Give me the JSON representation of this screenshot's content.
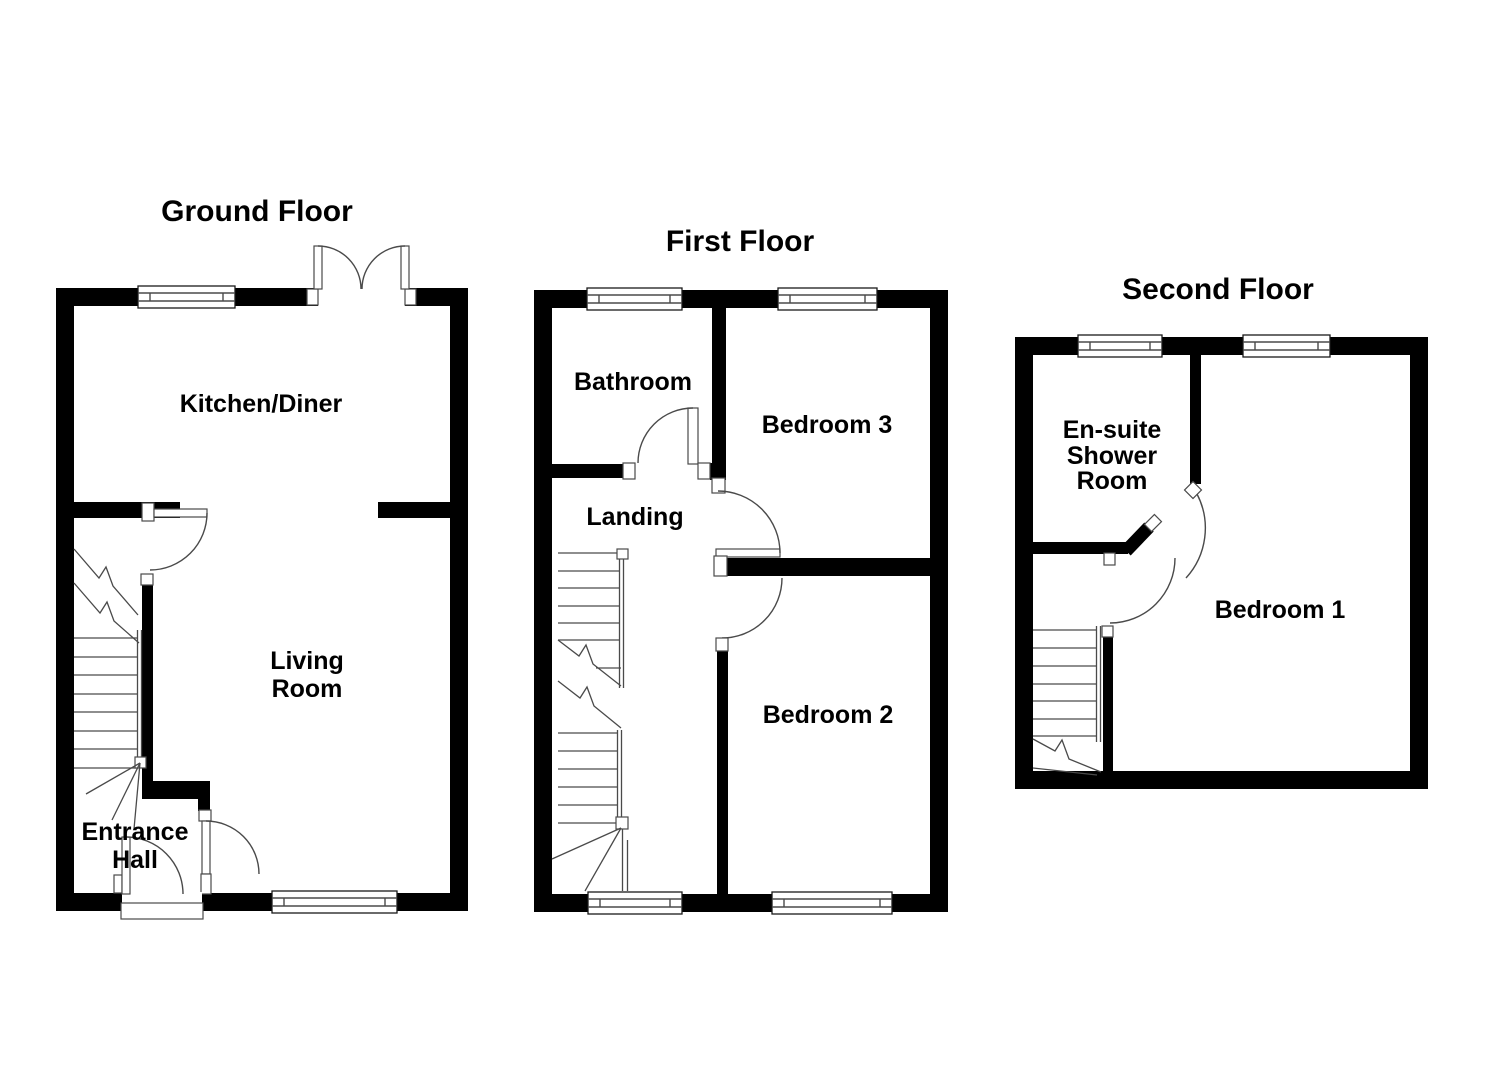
{
  "document": {
    "type": "property-floorplan",
    "background_color": "#ffffff",
    "wall_color": "#000000",
    "line_color": "#4a4a4a",
    "text_color": "#000000"
  },
  "floors": {
    "ground": {
      "title": "Ground Floor",
      "rooms": {
        "kitchen": "Kitchen/Diner",
        "living_line1": "Living",
        "living_line2": "Room",
        "entrance_line1": "Entrance",
        "entrance_line2": "Hall"
      }
    },
    "first": {
      "title": "First Floor",
      "rooms": {
        "bathroom": "Bathroom",
        "bedroom3": "Bedroom 3",
        "landing": "Landing",
        "bedroom2": "Bedroom 2"
      }
    },
    "second": {
      "title": "Second Floor",
      "rooms": {
        "ensuite_line1": "En-suite",
        "ensuite_line2": "Shower",
        "ensuite_line3": "Room",
        "bedroom1": "Bedroom 1"
      }
    }
  }
}
